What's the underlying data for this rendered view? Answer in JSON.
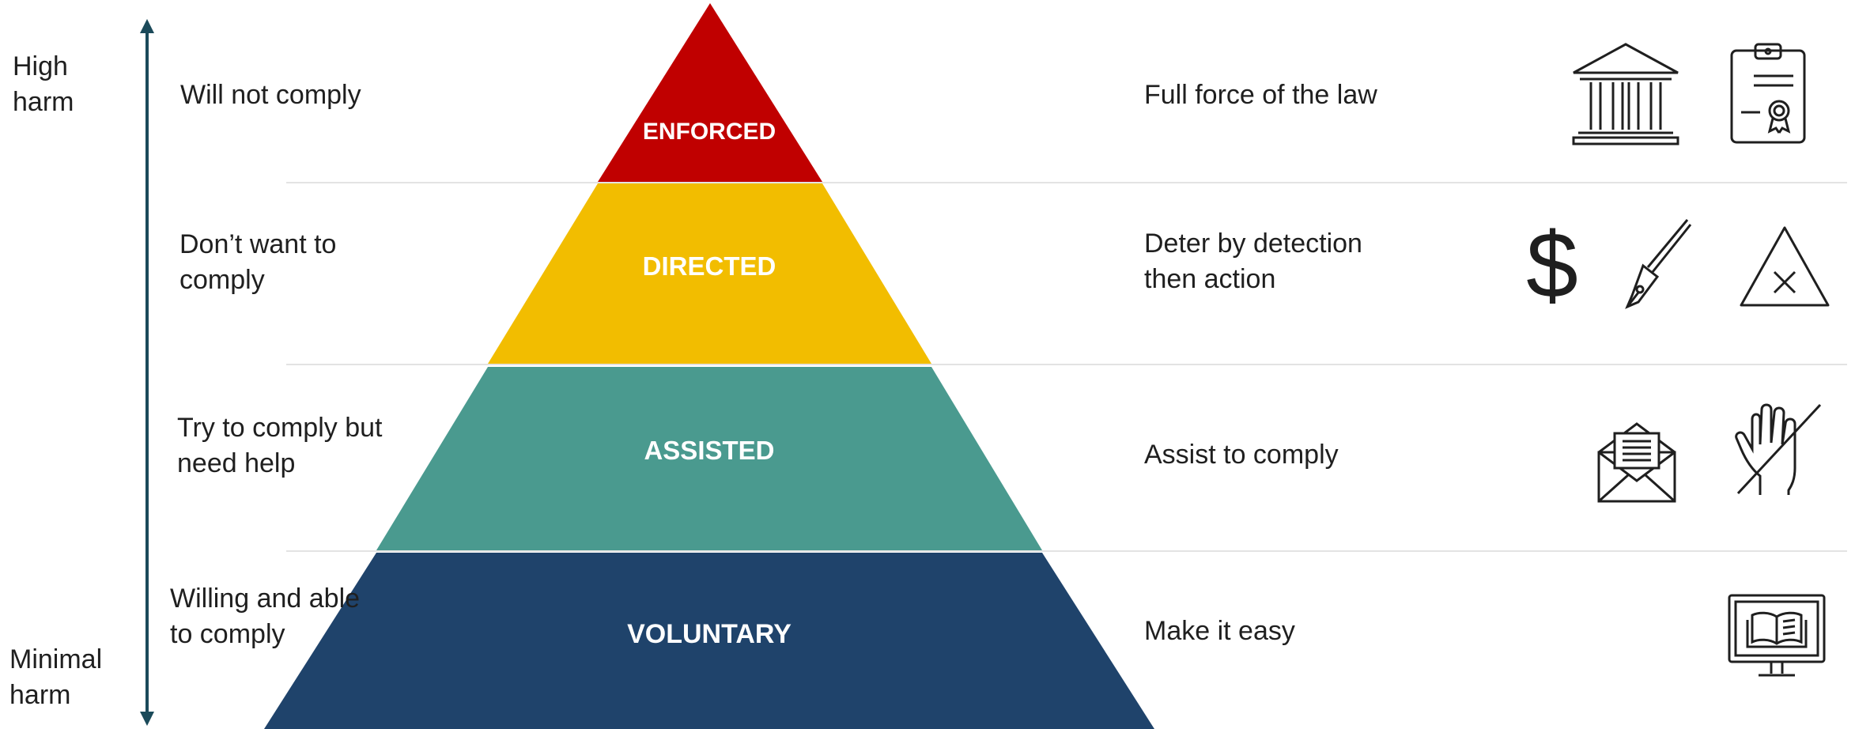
{
  "axis": {
    "top_label": "High\nharm",
    "bottom_label": "Minimal\nharm",
    "color": "#1b4a5a"
  },
  "tiers": [
    {
      "name": "ENFORCED",
      "color": "#c00000",
      "behaviour": "Will not comply",
      "response": "Full force of the law",
      "icons": [
        "courthouse-icon",
        "certificate-clipboard-icon"
      ]
    },
    {
      "name": "DIRECTED",
      "color": "#f2bd00",
      "behaviour": "Don’t want to\ncomply",
      "response": "Deter by detection\nthen action",
      "icons": [
        "dollar-icon",
        "fountain-pen-icon",
        "warning-triangle-icon"
      ]
    },
    {
      "name": "ASSISTED",
      "color": "#4a9a8f",
      "behaviour": "Try to comply but\nneed help",
      "response": "Assist to comply",
      "icons": [
        "open-envelope-icon",
        "no-hand-icon"
      ]
    },
    {
      "name": "VOLUNTARY",
      "color": "#1f436b",
      "behaviour": "Willing and able\nto comply",
      "response": "Make it easy",
      "icons": [
        "monitor-book-icon"
      ]
    }
  ]
}
